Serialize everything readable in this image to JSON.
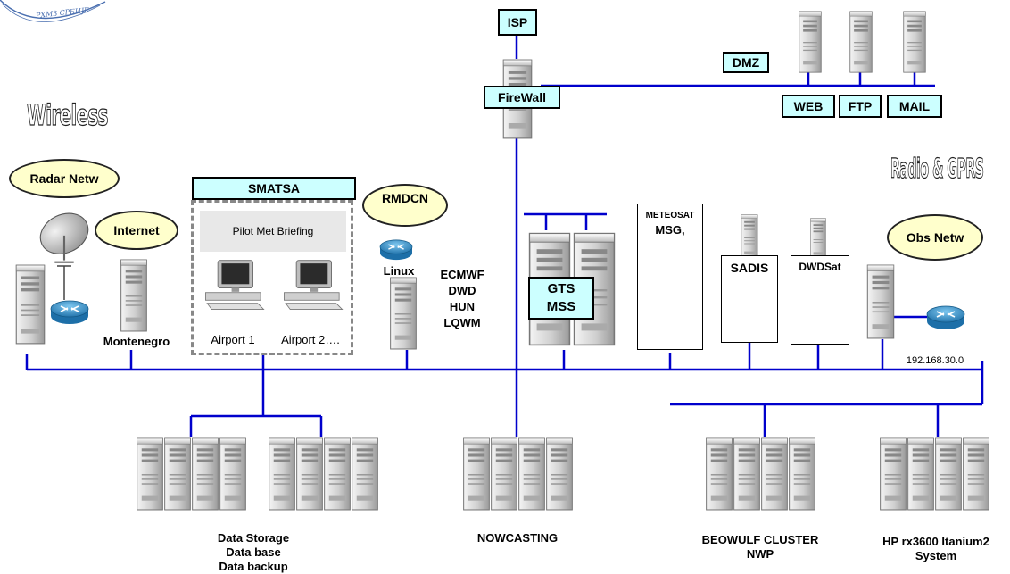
{
  "logo": {
    "text": "РХМЗ СРБИЈЕ"
  },
  "top": {
    "isp": "ISP",
    "firewall": "FireWall",
    "dmz": "DMZ",
    "web": "WEB",
    "ftp": "FTP",
    "mail": "MAIL"
  },
  "left": {
    "wireless": "Wireless",
    "radar_netw": "Radar Netw",
    "internet": "Internet",
    "montenegro": "Montenegro"
  },
  "smatsa": {
    "title": "SMATSA",
    "briefing": "Pilot Met Briefing",
    "airport1": "Airport 1",
    "airport2": "Airport 2…."
  },
  "middle": {
    "rmdcn": "RMDCN",
    "linux": "Linux",
    "ecmwf": "ECMWF",
    "dwd": "DWD",
    "hun": "HUN",
    "lqwm": "LQWM",
    "gts": "GTS",
    "mss": "MSS"
  },
  "right": {
    "meteosat": "METEOSAT",
    "msg": "MSG,",
    "sadis": "SADIS",
    "dwdsat": "DWDSat",
    "radio_gprs": "Radio & GPRS",
    "obs_netw": "Obs Netw",
    "ip": "192.168.30.0"
  },
  "bottom": {
    "storage_1": "Data Storage",
    "storage_2": "Data base",
    "storage_3": "Data backup",
    "nowcasting": "NOWCASTING",
    "beowulf_1": "BEOWULF CLUSTER",
    "beowulf_2": "NWP",
    "hp_1": "HP rx3600 Itanium2",
    "hp_2": "System"
  },
  "colors": {
    "network_line": "#0000cc",
    "label_fill": "#ccffff",
    "cloud_fill": "#ffffcc",
    "router": "#3399dd"
  }
}
